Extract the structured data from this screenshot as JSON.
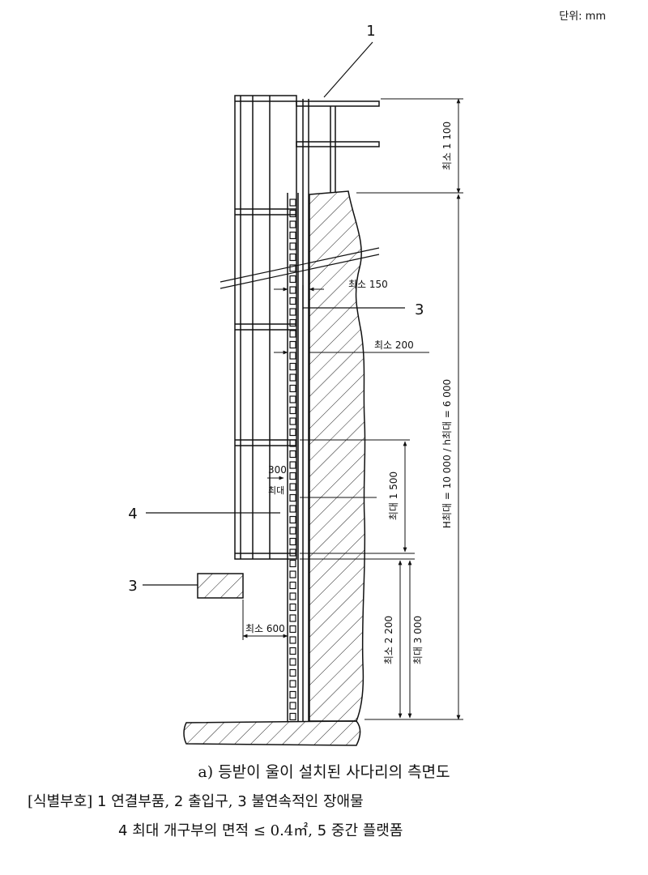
{
  "unit_note": "단위: mm",
  "callouts": {
    "c1": "1",
    "c3_upper": "3",
    "c3_lower": "3",
    "c4": "4"
  },
  "dimensions": {
    "min_1100": "최소 1 100",
    "min_150": "최소 150",
    "min_200": "최소 200",
    "max_300_value": "300",
    "max_300_word": "최대",
    "max_1500": "최대 1 500",
    "min_600": "최소 600",
    "min_2200": "최소 2 200",
    "max_3000": "최대 3 000",
    "h_total": "H최대 = 10 000 / h최대 = 6 000"
  },
  "caption": "a) 등받이 울이 설치된 사다리의 측면도",
  "legend": {
    "heading": "[식별부호]",
    "item1_num": "1",
    "item1_text": "연결부품,",
    "item2_num": "2",
    "item2_text": "출입구,",
    "item3_num": "3",
    "item3_text": "불연속적인 장애물",
    "item4_num": "4",
    "item4_text": "최대 개구부의 면적 ≤ 0.4㎡,",
    "item5_num": "5",
    "item5_text": "중간 플랫폼"
  }
}
